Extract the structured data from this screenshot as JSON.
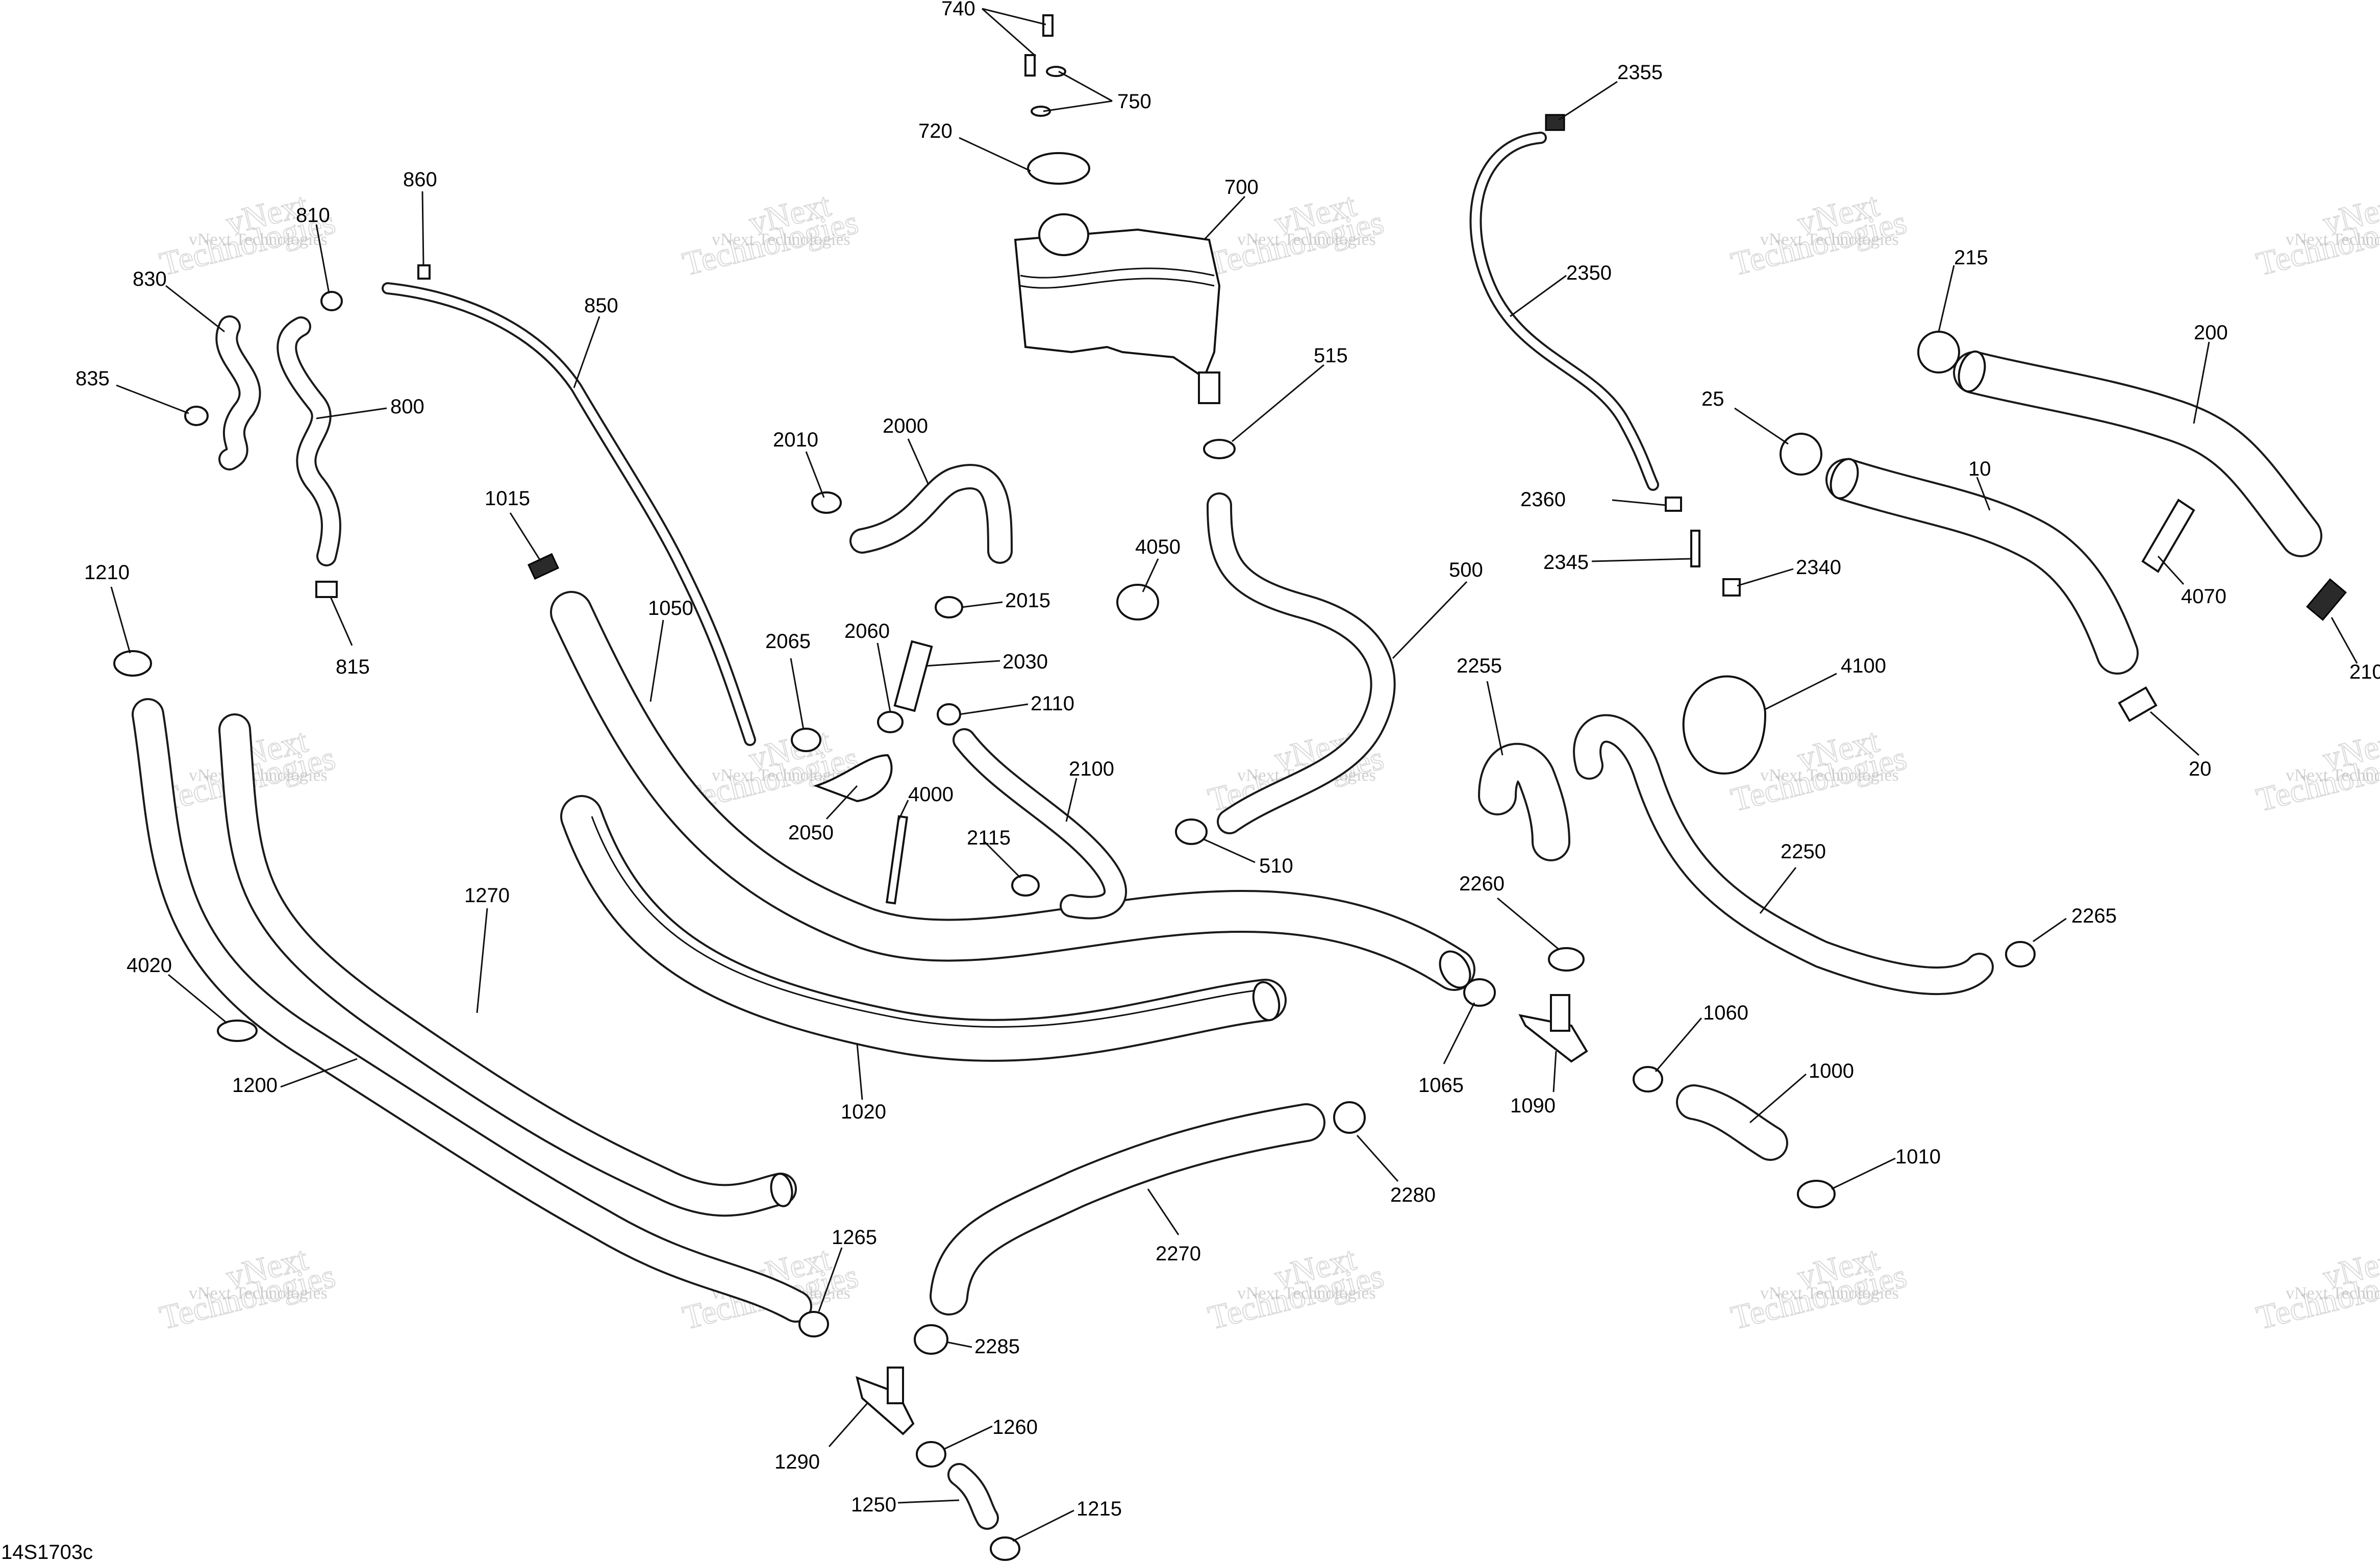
{
  "diagram_ref": "14S1703c",
  "watermark": {
    "line1": "vNext Technologies",
    "line2": "vNext",
    "line3": "Technologies"
  },
  "callouts": [
    {
      "label": "740"
    },
    {
      "label": "750"
    },
    {
      "label": "720"
    },
    {
      "label": "700"
    },
    {
      "label": "515"
    },
    {
      "label": "860"
    },
    {
      "label": "810"
    },
    {
      "label": "830"
    },
    {
      "label": "835"
    },
    {
      "label": "800"
    },
    {
      "label": "815"
    },
    {
      "label": "850"
    },
    {
      "label": "1015"
    },
    {
      "label": "1210"
    },
    {
      "label": "1050"
    },
    {
      "label": "2010"
    },
    {
      "label": "2000"
    },
    {
      "label": "2015"
    },
    {
      "label": "2065"
    },
    {
      "label": "2060"
    },
    {
      "label": "2030"
    },
    {
      "label": "2110"
    },
    {
      "label": "4050"
    },
    {
      "label": "2050"
    },
    {
      "label": "4000"
    },
    {
      "label": "2100"
    },
    {
      "label": "2115"
    },
    {
      "label": "500"
    },
    {
      "label": "510"
    },
    {
      "label": "2355"
    },
    {
      "label": "2350"
    },
    {
      "label": "2360"
    },
    {
      "label": "2345"
    },
    {
      "label": "2340"
    },
    {
      "label": "215"
    },
    {
      "label": "200"
    },
    {
      "label": "25"
    },
    {
      "label": "10"
    },
    {
      "label": "4070"
    },
    {
      "label": "210"
    },
    {
      "label": "20"
    },
    {
      "label": "2255"
    },
    {
      "label": "4100"
    },
    {
      "label": "2250"
    },
    {
      "label": "2265"
    },
    {
      "label": "2260"
    },
    {
      "label": "1065"
    },
    {
      "label": "1090"
    },
    {
      "label": "1060"
    },
    {
      "label": "1000"
    },
    {
      "label": "1010"
    },
    {
      "label": "1270"
    },
    {
      "label": "4020"
    },
    {
      "label": "1200"
    },
    {
      "label": "1020"
    },
    {
      "label": "2280"
    },
    {
      "label": "2270"
    },
    {
      "label": "1265"
    },
    {
      "label": "2285"
    },
    {
      "label": "1290"
    },
    {
      "label": "1260"
    },
    {
      "label": "1250"
    },
    {
      "label": "1215"
    }
  ]
}
